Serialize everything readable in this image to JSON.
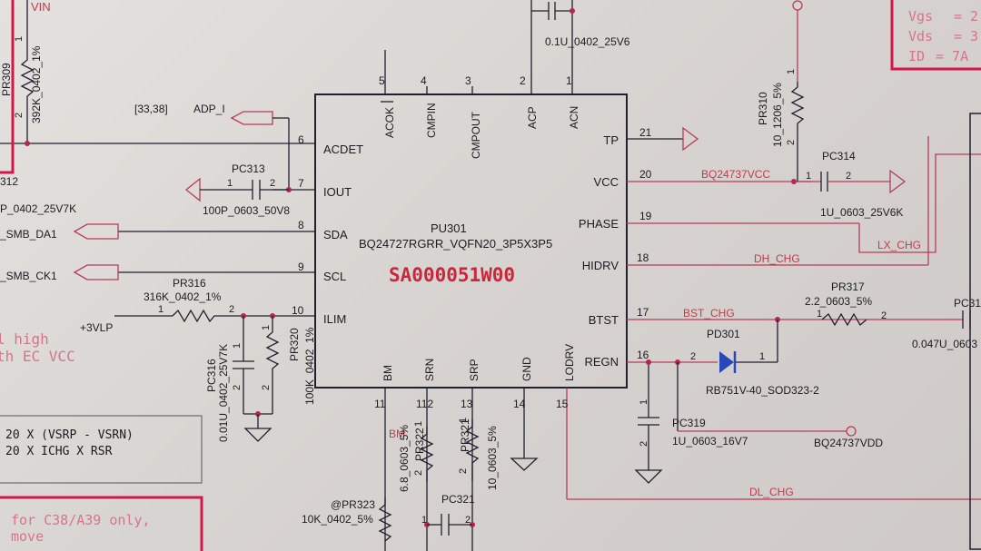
{
  "ic": {
    "ref": "PU301",
    "part": "BQ24727RGRR_VQFN20_3P5X3P5",
    "code": "SA000051W00",
    "left_pins": [
      {
        "num": "6",
        "name": "ACDET"
      },
      {
        "num": "7",
        "name": "IOUT"
      },
      {
        "num": "8",
        "name": "SDA"
      },
      {
        "num": "9",
        "name": "SCL"
      },
      {
        "num": "10",
        "name": "ILIM"
      }
    ],
    "top_pins": [
      {
        "num": "5",
        "name": "ACOK"
      },
      {
        "num": "4",
        "name": "CMPIN"
      },
      {
        "num": "3",
        "name": "CMPOUT"
      },
      {
        "num": "2",
        "name": "ACP"
      },
      {
        "num": "1",
        "name": "ACN"
      }
    ],
    "right_pins": [
      {
        "num": "21",
        "name": "TP"
      },
      {
        "num": "20",
        "name": "VCC"
      },
      {
        "num": "19",
        "name": "PHASE"
      },
      {
        "num": "18",
        "name": "HIDRV"
      },
      {
        "num": "17",
        "name": "BTST"
      },
      {
        "num": "16",
        "name": "REGN"
      }
    ],
    "bottom_pins": [
      {
        "num": "11",
        "name": "BM"
      },
      {
        "num": "112",
        "name": "SRN"
      },
      {
        "num": "13",
        "name": "SRP"
      },
      {
        "num": "14",
        "name": "GND"
      },
      {
        "num": "15",
        "name": "LODRV"
      }
    ]
  },
  "nets": {
    "vin": "VIN",
    "adp_i": "ADP_I",
    "adp_ref": "[33,38]",
    "smb_da": "_SMB_DA1",
    "smb_ck": "_SMB_CK1",
    "vlp": "+3VLP",
    "bq_vcc": "BQ24737VCC",
    "lx_chg": "LX_CHG",
    "dh_chg": "DH_CHG",
    "bst_chg": "BST_CHG",
    "bq_vdd": "BQ24737VDD",
    "dl_chg": "DL_CHG",
    "bm": "BM"
  },
  "components": {
    "pr309": {
      "ref": "PR309",
      "value": "392K_0402_1%",
      "pin1": "1",
      "pin2": "2"
    },
    "pc313": {
      "ref": "PC313",
      "value": "100P_0603_50V8",
      "pin1": "1",
      "pin2": "2"
    },
    "pc312": {
      "ref": "312",
      "value": "P_0402_25V7K"
    },
    "pr316": {
      "ref": "PR316",
      "value": "316K_0402_1%",
      "pin1": "1",
      "pin2": "2"
    },
    "pc316": {
      "ref": "PC316",
      "value": "0.01U_0402_25V7K",
      "pin1": "1",
      "pin2": "2"
    },
    "pr320": {
      "ref": "PR320",
      "value": "100K_0402_1%",
      "pin1": "1",
      "pin2": "2"
    },
    "pc_top": {
      "value": "0.1U_0402_25V6"
    },
    "pr310": {
      "ref": "PR310",
      "value": "10_1206_5%",
      "pin1": "1",
      "pin2": "2"
    },
    "pc314": {
      "ref": "PC314",
      "value": "1U_0603_25V6K",
      "pin1": "1",
      "pin2": "2"
    },
    "pr317": {
      "ref": "PR317",
      "value": "2.2_0603_5%",
      "pin1": "1",
      "pin2": "2"
    },
    "pd301": {
      "ref": "PD301",
      "value": "RB751V-40_SOD323-2",
      "pin1": "1",
      "pin2": "2"
    },
    "pc319": {
      "ref": "PC319",
      "value": "1U_0603_16V7",
      "pin1": "1",
      "pin2": "2"
    },
    "pc31x": {
      "ref": "PC31",
      "value": "0.047U_0603"
    },
    "pr322": {
      "ref": "PR322",
      "value": "6.8_0603_5%",
      "pin1": "1",
      "pin2": "2"
    },
    "pr321": {
      "ref": "PR321",
      "value": "10_0603_5%",
      "pin1": "1",
      "pin2": "2"
    },
    "pr323": {
      "ref": "@PR323",
      "value": "10K_0402_5%"
    },
    "pc321": {
      "ref": "PC321",
      "pin1": "1",
      "pin2": "2"
    }
  },
  "notes": {
    "left_red_1": "l high",
    "left_red_2": "th EC VCC",
    "formula_1": "20 X (VSRP - VSRN)",
    "formula_2": "20 X ICHG X RSR",
    "bottom_1": "for C38/A39 only,",
    "bottom_2": "move"
  },
  "top_right": {
    "vgs": "Vgs",
    "vgs_tail": "= 2",
    "vds": "Vds",
    "vds_tail": "= 3",
    "id": "ID",
    "id_tail": "= 7A"
  }
}
